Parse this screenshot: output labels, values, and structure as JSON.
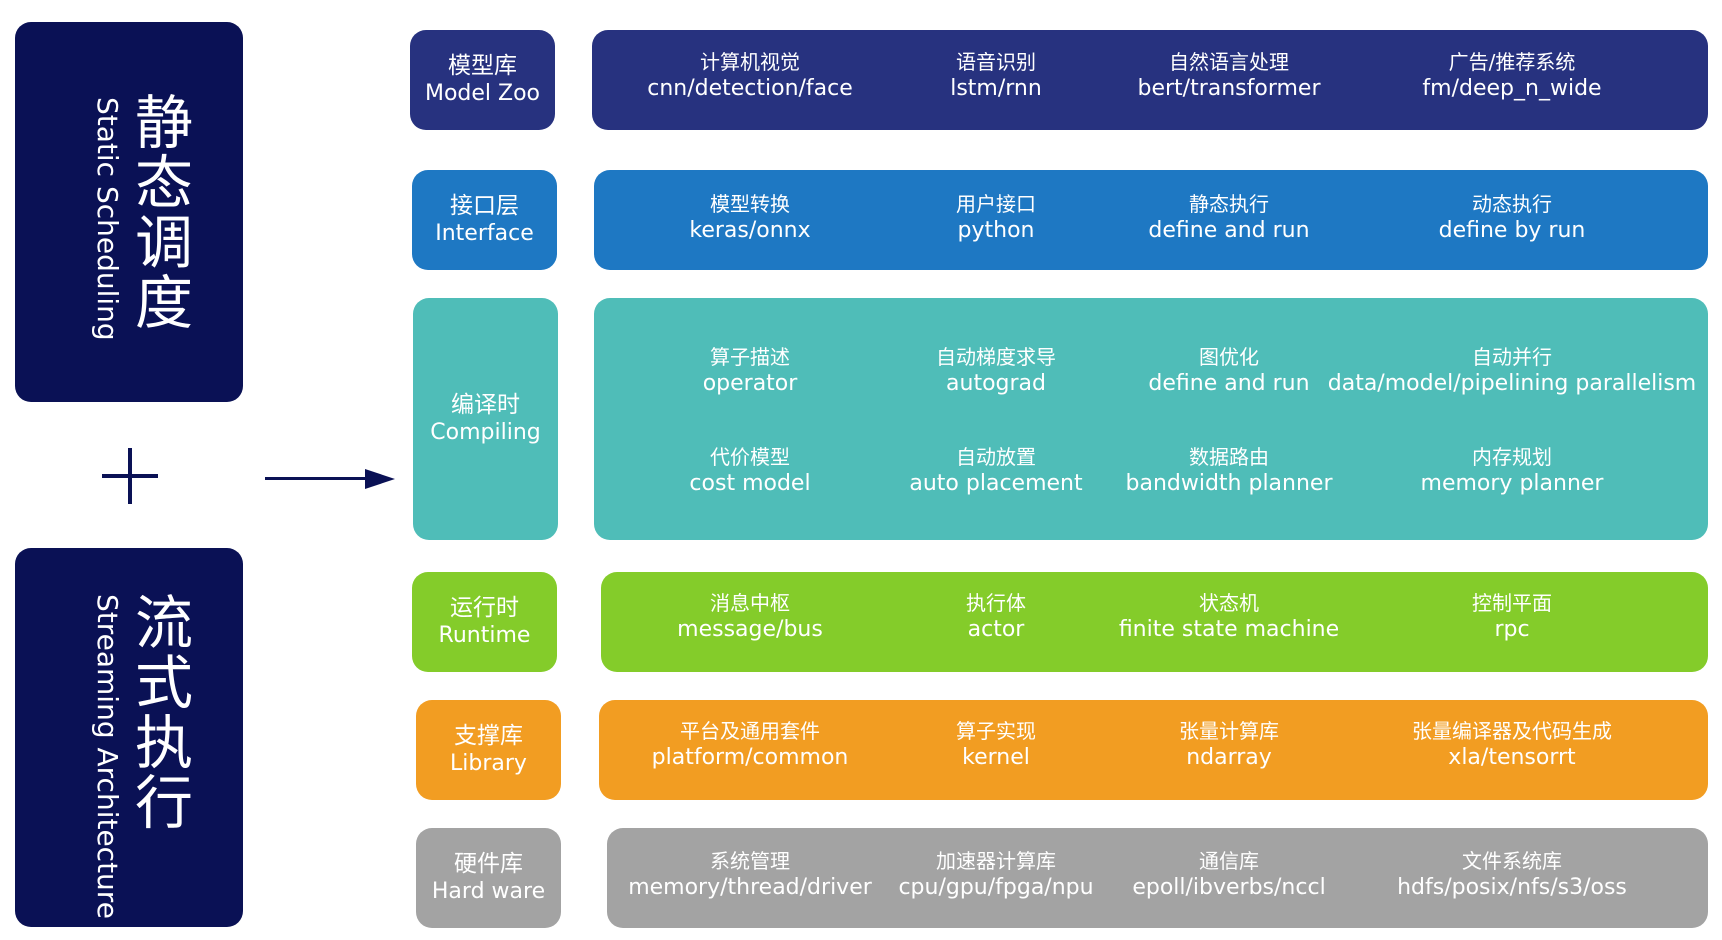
{
  "left": {
    "static": {
      "cn": "静态调度",
      "en": "Static Scheduling"
    },
    "stream": {
      "cn": "流式执行",
      "en": "Streaming Architecture"
    }
  },
  "colors": {
    "navy": "#0a1155",
    "model_zoo": "#27327f",
    "interface": "#1e78c3",
    "compiling": "#4fbdb8",
    "runtime": "#84cc2a",
    "library": "#f29d22",
    "hardware": "#a3a3a3"
  },
  "layers": [
    {
      "label_cn": "模型库",
      "label_en": "Model Zoo",
      "items": [
        {
          "cn": "计算机视觉",
          "en": "cnn/detection/face"
        },
        {
          "cn": "语音识别",
          "en": "lstm/rnn"
        },
        {
          "cn": "自然语言处理",
          "en": "bert/transformer"
        },
        {
          "cn": "广告/推荐系统",
          "en": "fm/deep_n_wide"
        }
      ]
    },
    {
      "label_cn": "接口层",
      "label_en": "Interface",
      "items": [
        {
          "cn": "模型转换",
          "en": "keras/onnx"
        },
        {
          "cn": "用户接口",
          "en": "python"
        },
        {
          "cn": "静态执行",
          "en": "define and run"
        },
        {
          "cn": "动态执行",
          "en": "define by run"
        }
      ]
    },
    {
      "label_cn": "编译时",
      "label_en": "Compiling",
      "items": [
        {
          "cn": "算子描述",
          "en": "operator"
        },
        {
          "cn": "自动梯度求导",
          "en": "autograd"
        },
        {
          "cn": "图优化",
          "en": "define and run"
        },
        {
          "cn": "自动并行",
          "en": "data/model/pipelining parallelism"
        },
        {
          "cn": "代价模型",
          "en": "cost model"
        },
        {
          "cn": "自动放置",
          "en": "auto placement"
        },
        {
          "cn": "数据路由",
          "en": "bandwidth planner"
        },
        {
          "cn": "内存规划",
          "en": "memory planner"
        }
      ]
    },
    {
      "label_cn": "运行时",
      "label_en": "Runtime",
      "items": [
        {
          "cn": "消息中枢",
          "en": "message/bus"
        },
        {
          "cn": "执行体",
          "en": "actor"
        },
        {
          "cn": "状态机",
          "en": "finite state machine"
        },
        {
          "cn": "控制平面",
          "en": "rpc"
        }
      ]
    },
    {
      "label_cn": "支撑库",
      "label_en": "Library",
      "items": [
        {
          "cn": "平台及通用套件",
          "en": "platform/common"
        },
        {
          "cn": "算子实现",
          "en": "kernel"
        },
        {
          "cn": "张量计算库",
          "en": "ndarray"
        },
        {
          "cn": "张量编译器及代码生成",
          "en": "xla/tensorrt"
        }
      ]
    },
    {
      "label_cn": "硬件库",
      "label_en": "Hard ware",
      "items": [
        {
          "cn": "系统管理",
          "en": "memory/thread/driver"
        },
        {
          "cn": "加速器计算库",
          "en": "cpu/gpu/fpga/npu"
        },
        {
          "cn": "通信库",
          "en": "epoll/ibverbs/nccl"
        },
        {
          "cn": "文件系统库",
          "en": "hdfs/posix/nfs/s3/oss"
        }
      ]
    }
  ]
}
